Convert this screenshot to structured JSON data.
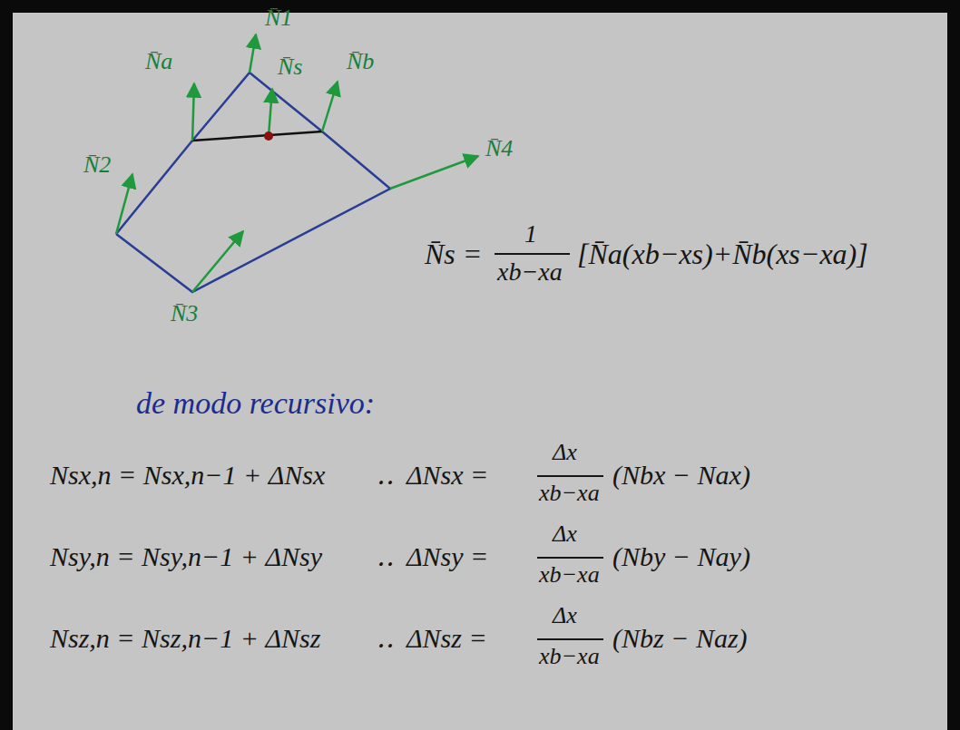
{
  "diagram": {
    "labels": [
      "N̄1",
      "N̄a",
      "N̄s",
      "N̄b",
      "N̄2",
      "N̄4",
      "N̄3",
      "N̄s =",
      "1",
      "[N̄a(xb−xs)+N̄b(xs−xa)]",
      "xb−xa",
      "de modo recursivo:",
      "Nsx,n = Nsx,n−1 + ΔNsx",
      "‥",
      "ΔNsx =",
      "Δx",
      "xb−xa",
      "(Nbx − Nax)",
      "Nsy,n = Nsy,n−1 + ΔNsy",
      "‥",
      "ΔNsy =",
      "Δx",
      "xb−xa",
      "(Nby − Nay)",
      "Nsz,n = Nsz,n−1 + ΔNsz",
      "‥",
      "ΔNsz =",
      "Δx",
      "xb−xa",
      "(Nbz − Naz)"
    ]
  }
}
